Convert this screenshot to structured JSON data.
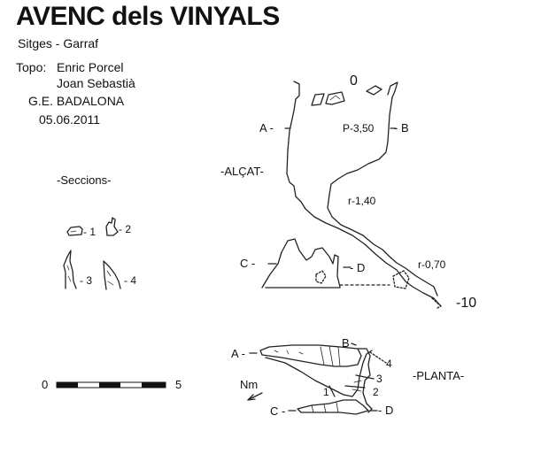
{
  "header": {
    "title": "AVENC dels VINYALS",
    "location": "Sitges - Garraf"
  },
  "credits": {
    "topo_label": "Topo:",
    "author1": "Enric Porcel",
    "author2": "Joan Sebastià",
    "group": "G.E. BADALONA",
    "date": "05.06.2011"
  },
  "sections": {
    "title": "-Seccions-",
    "items": [
      "- 1",
      "- 2",
      "- 3",
      "- 4"
    ]
  },
  "profile": {
    "title": "-ALÇAT-",
    "depth_top": "0",
    "depth_bottom": "-10",
    "label_a": "A -",
    "label_b": "- B",
    "label_c": "C -",
    "label_d": "- D",
    "shaft": "P-3,50",
    "ramp1": "r-1,40",
    "ramp2": "r-0,70"
  },
  "plan": {
    "title": "-PLANTA-",
    "north": "Nm",
    "label_a": "A -",
    "label_b": "B",
    "label_c": "C -",
    "label_d": "- D",
    "sec1": "1",
    "sec2": "2",
    "sec3": "3",
    "sec4": "4"
  },
  "scale": {
    "min": "0",
    "max": "5"
  }
}
